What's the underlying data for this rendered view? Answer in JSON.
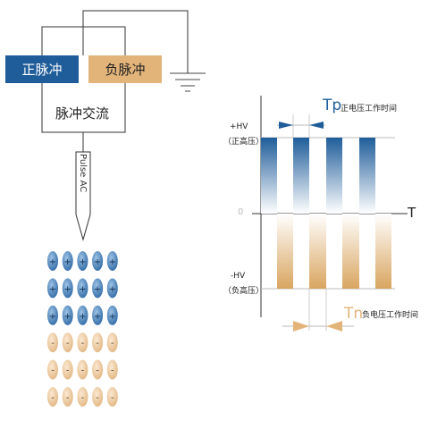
{
  "circuit": {
    "positive_label": "正脉冲",
    "negative_label": "负脉冲",
    "output_label": "脉冲交流",
    "probe_label": "Pulse AC"
  },
  "waveform": {
    "tp_symbol": "Tp",
    "tp_desc": "正电压工作时间",
    "tn_symbol": "Tn",
    "tn_desc": "负电压工作时间",
    "t_label": "T",
    "zero_label": "0",
    "pos_hv": "+HV",
    "pos_hv_desc": "（正高压）",
    "neg_hv": "-HV",
    "neg_hv_desc": "（负高压）"
  },
  "ions": {
    "positive_sign": "+",
    "negative_sign": "-",
    "columns": 5,
    "positive_rows": 3,
    "negative_rows": 3
  },
  "colors": {
    "positive": "#1f5d9a",
    "negative": "#e3b47a",
    "line": "#333333"
  }
}
